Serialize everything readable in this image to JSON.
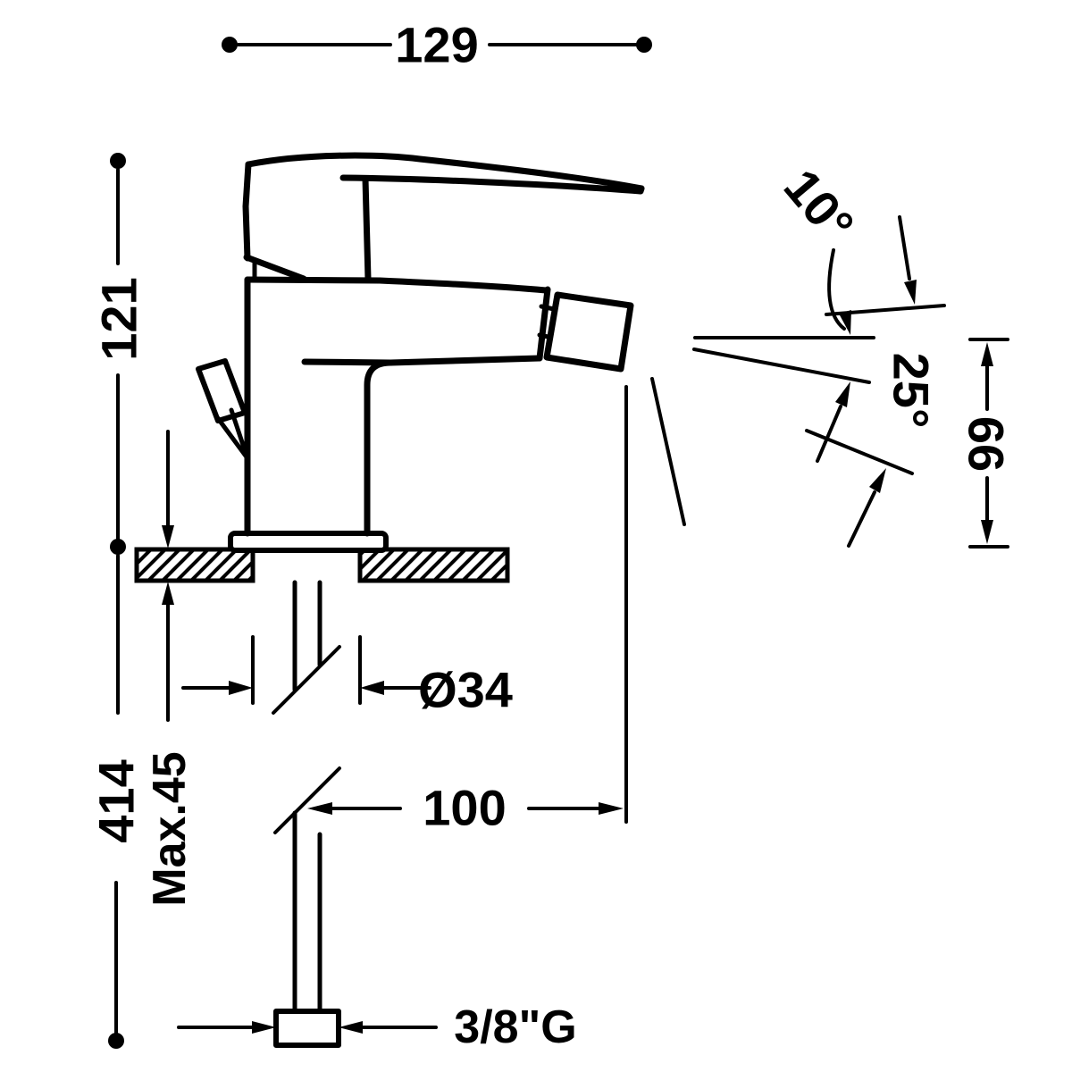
{
  "drawing": {
    "background_color": "#ffffff",
    "line_color": "#000000",
    "dimensions": {
      "overall_width": "129",
      "body_height": "121",
      "total_height": "414",
      "max_deck_thickness": "Max.45",
      "hole_diameter": "Ø34",
      "outlet_projection": "100",
      "outlet_height": "66",
      "handle_angle": "10°",
      "outlet_angle": "25°",
      "supply_connection": "3/8\"G"
    }
  }
}
